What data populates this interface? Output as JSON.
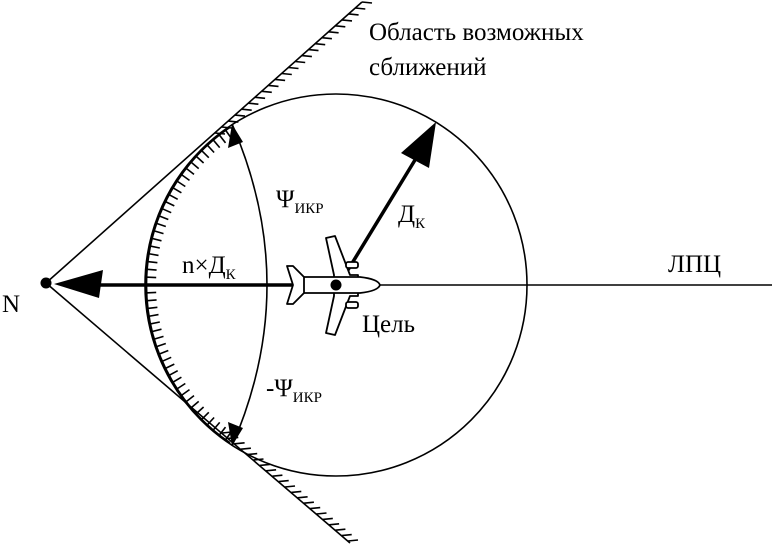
{
  "labels": {
    "region_line1": "Область возможных",
    "region_line2": "сближений",
    "lpc": "ЛПЦ",
    "target": "Цель",
    "point_n": "N",
    "range_main": "Д",
    "range_sub": "К",
    "radial_prefix": "n×",
    "radial_main": "Д",
    "radial_sub": "К",
    "psi_main": "Ψ",
    "psi_sub": "ИКР",
    "neg_psi_main": "-Ψ",
    "neg_psi_sub": "ИКР"
  },
  "colors": {
    "ink": "#000000",
    "background": "#ffffff"
  }
}
